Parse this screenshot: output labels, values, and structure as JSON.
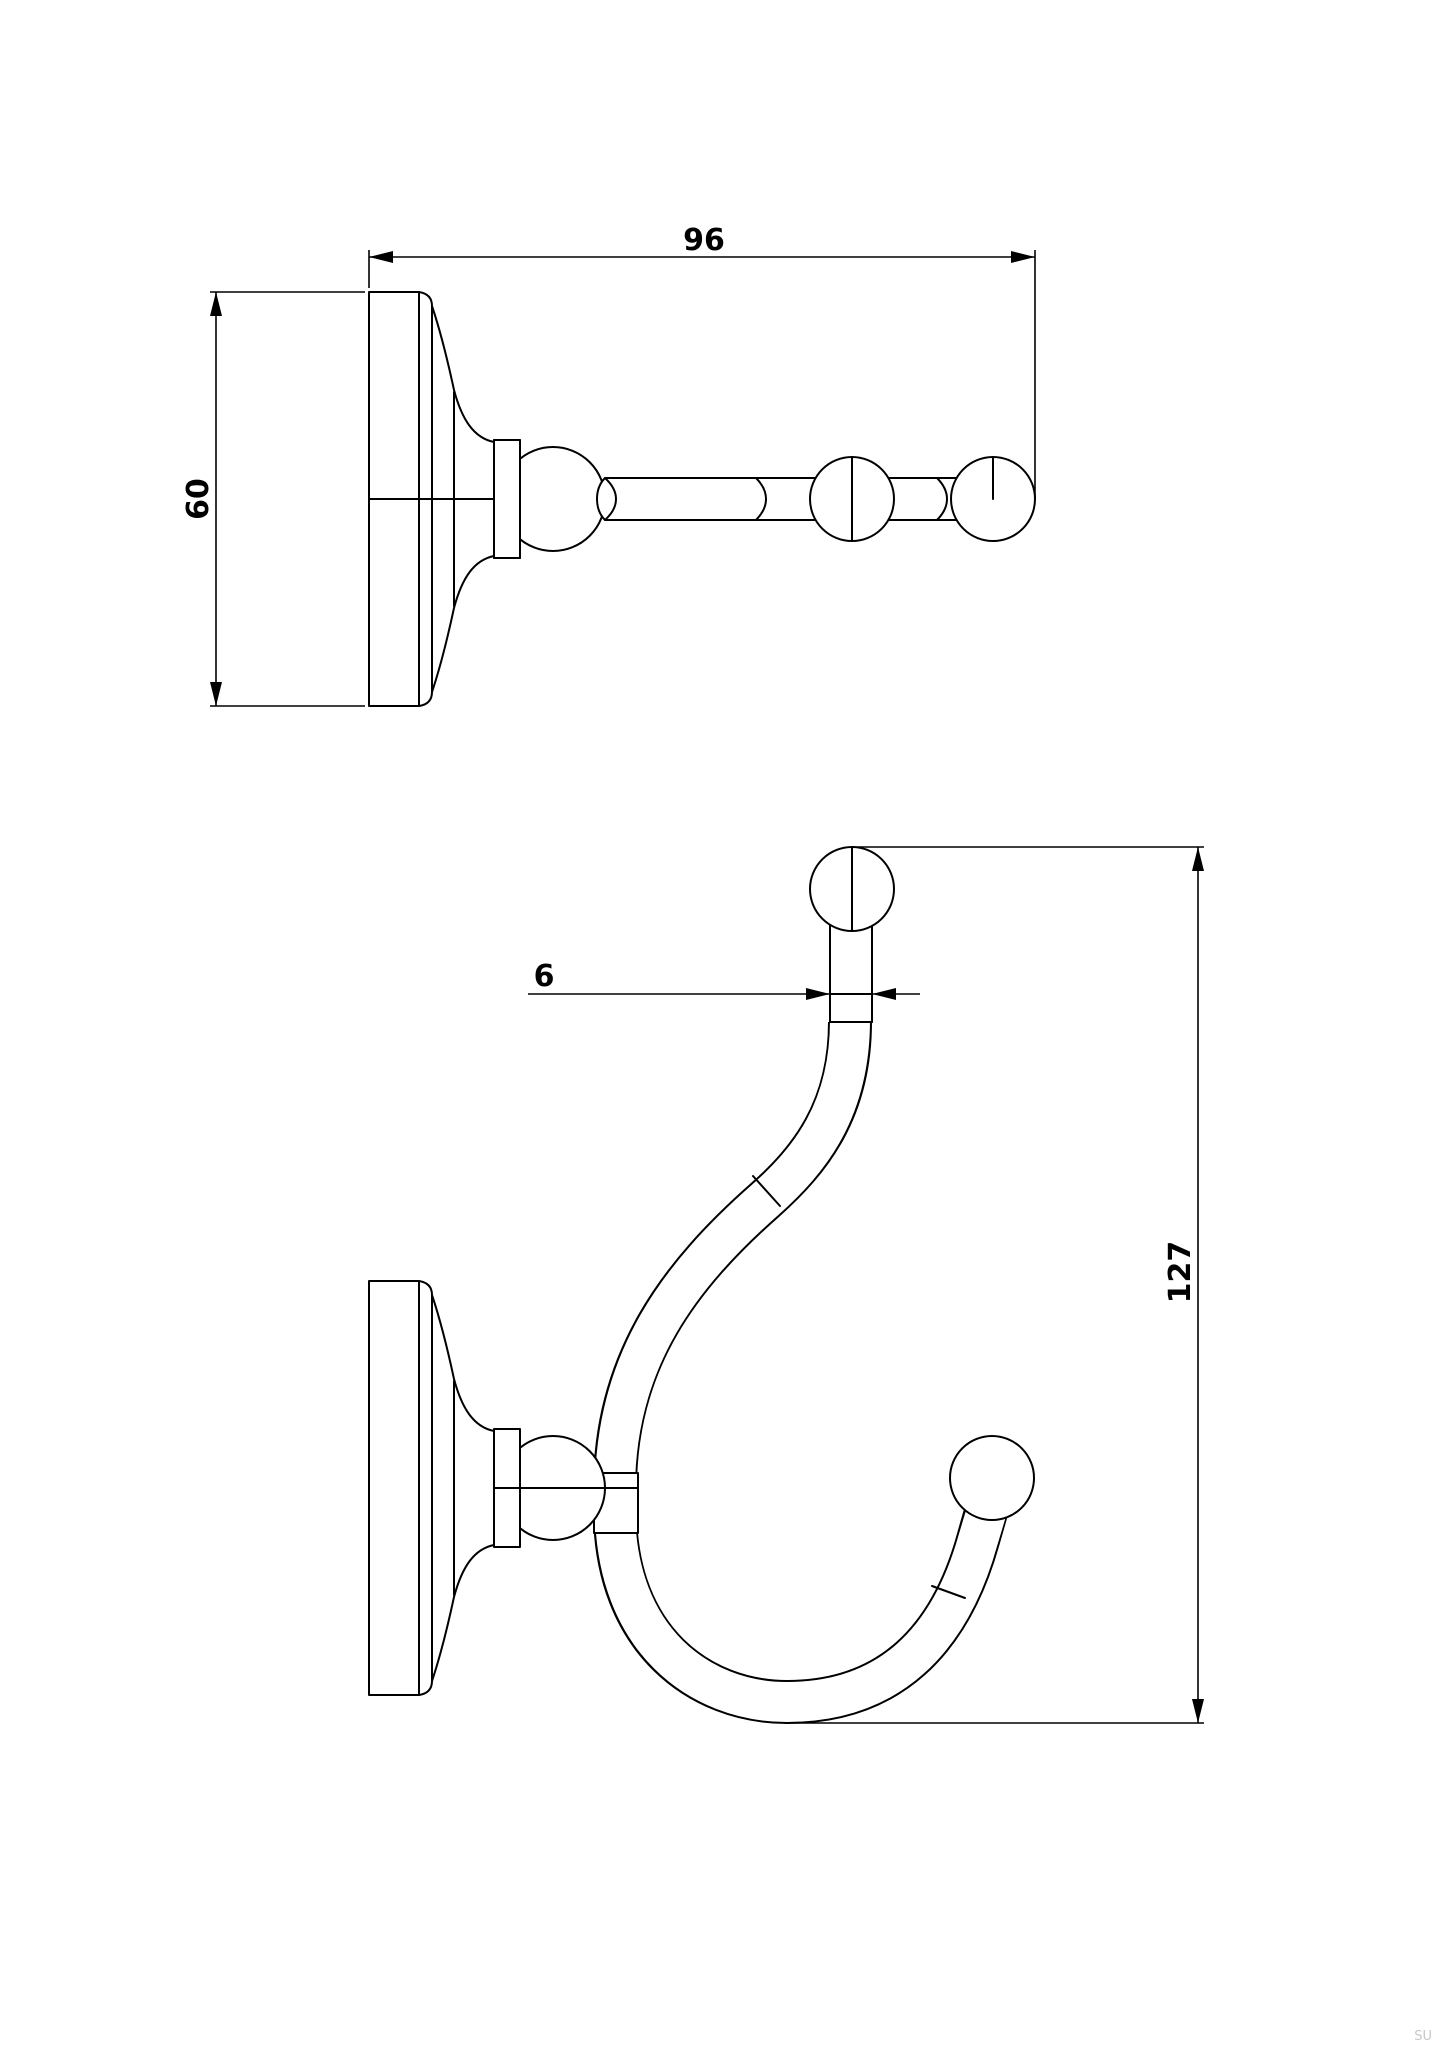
{
  "dimensions": {
    "side_view_width": "96",
    "side_view_height": "60",
    "front_view_height": "127",
    "tube_diameter": "6"
  },
  "corner_mark": "SU",
  "colors": {
    "line": "#000000",
    "background": "#ffffff"
  }
}
